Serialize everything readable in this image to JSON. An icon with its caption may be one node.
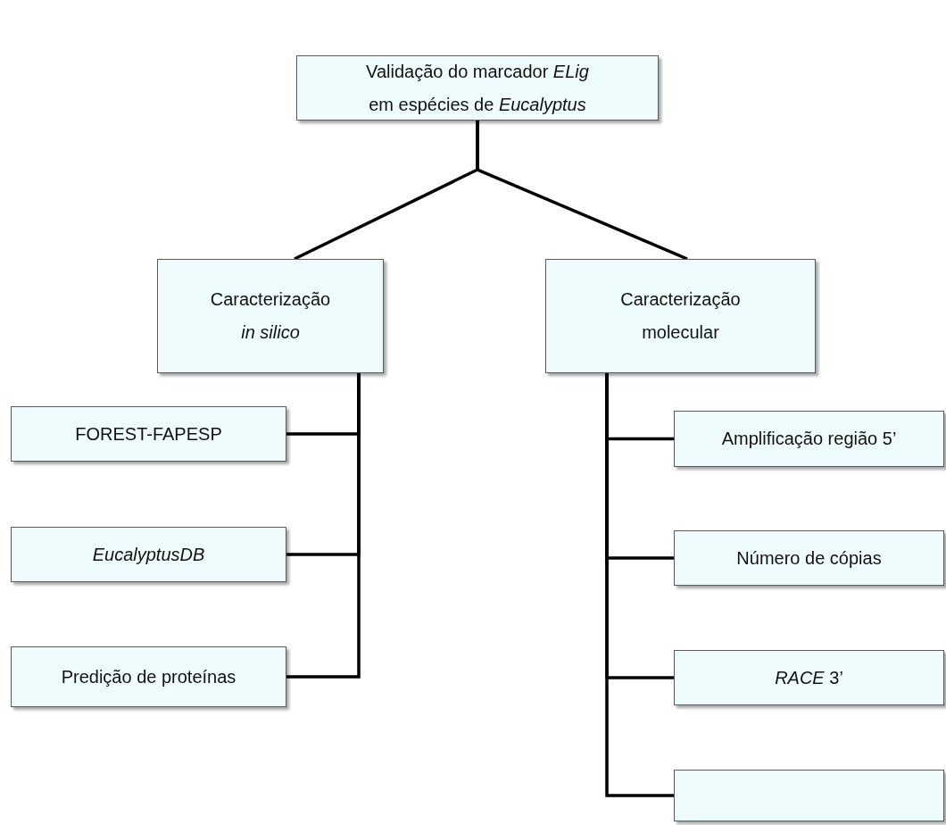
{
  "diagram": {
    "nodes": [
      {
        "text": [
          "Validação do marcador *ELig* em espécies de *Eucalyptus*"
        ]
      },
      {
        "text": [
          "Caracterização *in silico*"
        ]
      },
      {
        "text": [
          "Caracterização molecular"
        ]
      },
      {
        "text": [
          "FOREST-FAPESP"
        ]
      },
      {
        "text": [
          "EucalyptusDB"
        ]
      },
      {
        "text": [
          "Predição de proteínas"
        ]
      },
      {
        "text": [
          "Amplificação região 5’"
        ]
      },
      {
        "text": [
          "Número de cópias"
        ]
      },
      {
        "text": [
          "*RACE* 3’"
        ]
      },
      {
        "text": [],
        "shape": "box"
      }
    ],
    "edges": [
      {
        "from": 0,
        "to": 1,
        "arrow": "none"
      },
      {
        "from": 0,
        "to": 2,
        "arrow": "none"
      },
      {
        "from": 1,
        "to": 3,
        "arrow": "none"
      },
      {
        "from": 1,
        "to": 4,
        "arrow": "none"
      },
      {
        "from": 1,
        "to": 5,
        "arrow": "none"
      },
      {
        "from": 2,
        "to": 6,
        "arrow": "none"
      },
      {
        "from": 2,
        "to": 7,
        "arrow": "none"
      },
      {
        "from": 2,
        "to": 8,
        "arrow": "none"
      },
      {
        "from": 2,
        "to": 9,
        "arrow": "none"
      }
    ]
  }
}
